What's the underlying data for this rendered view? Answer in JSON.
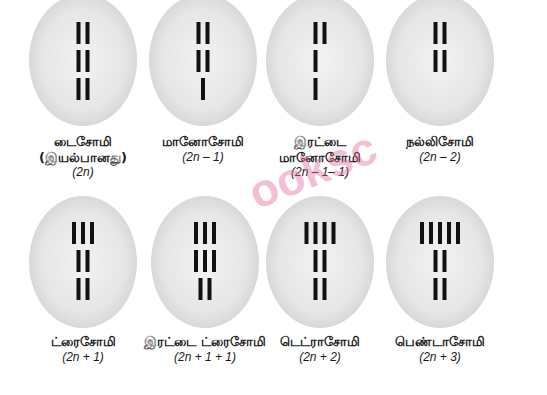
{
  "diagram": {
    "nodes": [
      {
        "text": [
          "டைசோமி (இயல்பானது)",
          "(2n)"
        ]
      },
      {
        "text": [
          "மானோசோமி",
          "(2n – 1)"
        ]
      },
      {
        "text": [
          "இரட்டை மானோசோமி",
          "(2n – 1– 1)"
        ]
      },
      {
        "text": [
          "நல்லிசோமி",
          "(2n – 2)"
        ]
      },
      {
        "text": [
          "ட்ரைசோமி",
          "(2n + 1)"
        ]
      },
      {
        "text": [
          "இரட்டை ட்ரைசோமி",
          "(2n + 1 + 1)"
        ]
      },
      {
        "text": [
          "டெட்ராசோமி",
          "(2n + 2)"
        ]
      },
      {
        "text": [
          "பெண்டாசோமி",
          "(2n + 3)"
        ]
      }
    ],
    "labels": [
      "ooksc"
    ]
  }
}
